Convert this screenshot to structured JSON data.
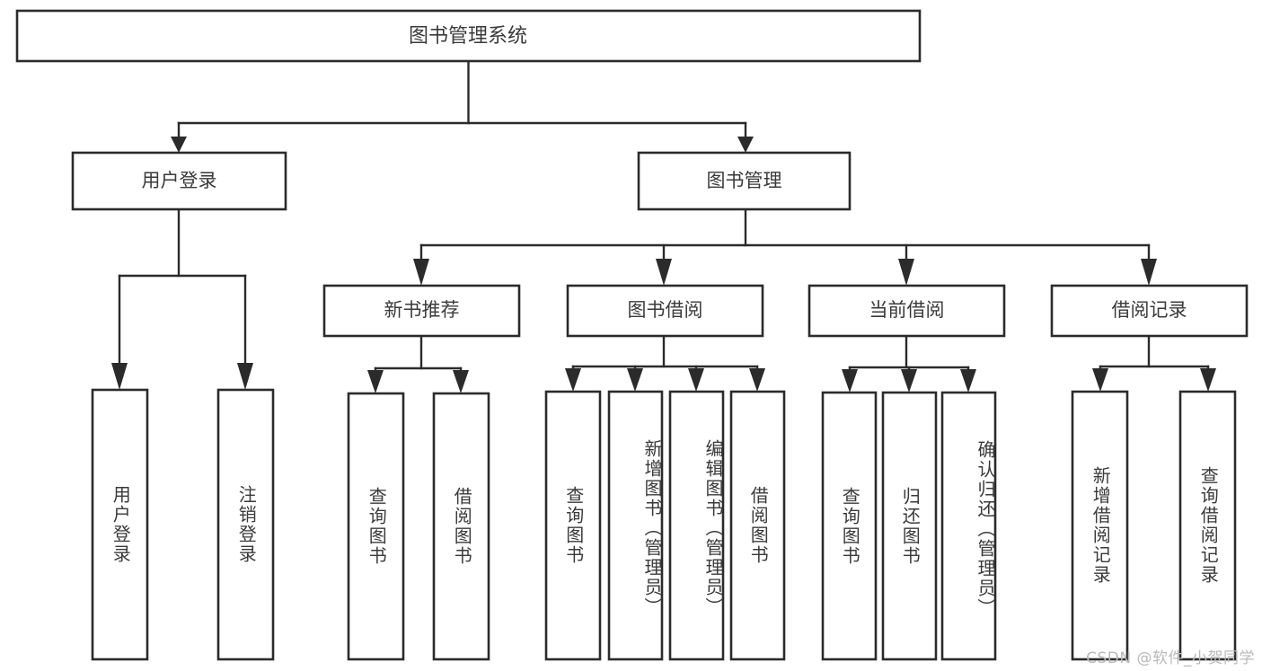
{
  "diagram": {
    "title": "图书管理系统",
    "type": "tree-hierarchy",
    "watermark": "CSDN @软件_小贺同学",
    "colors": {
      "background": "#ffffff",
      "box_stroke": "#2b2b2b",
      "box_fill": "#ffffff",
      "text": "#3a3a3a",
      "connector": "#2b2b2b",
      "watermark": "#b9b9b9"
    },
    "root": {
      "label": "图书管理系统"
    },
    "level2": [
      {
        "id": "user-login",
        "label": "用户登录"
      },
      {
        "id": "book-management",
        "label": "图书管理"
      }
    ],
    "level3": [
      {
        "id": "new-book-recommend",
        "label": "新书推荐"
      },
      {
        "id": "book-borrow",
        "label": "图书借阅"
      },
      {
        "id": "current-borrow",
        "label": "当前借阅"
      },
      {
        "id": "borrow-record",
        "label": "借阅记录"
      }
    ],
    "leaves": {
      "user-login": [
        {
          "id": "leaf-user-login",
          "label": "用户登录"
        },
        {
          "id": "leaf-logout",
          "label": "注销登录"
        }
      ],
      "new-book-recommend": [
        {
          "id": "leaf-query-book-1",
          "label": "查询图书"
        },
        {
          "id": "leaf-borrow-book-1",
          "label": "借阅图书"
        }
      ],
      "book-borrow": [
        {
          "id": "leaf-query-book-2",
          "label": "查询图书"
        },
        {
          "id": "leaf-add-book",
          "label": "新增图书（管理员）"
        },
        {
          "id": "leaf-edit-book",
          "label": "编辑图书（管理员）"
        },
        {
          "id": "leaf-borrow-book-2",
          "label": "借阅图书"
        }
      ],
      "current-borrow": [
        {
          "id": "leaf-query-book-3",
          "label": "查询图书"
        },
        {
          "id": "leaf-return-book",
          "label": "归还图书"
        },
        {
          "id": "leaf-confirm-return",
          "label": "确认归还（管理员）"
        }
      ],
      "borrow-record": [
        {
          "id": "leaf-add-record",
          "label": "新增借阅记录"
        },
        {
          "id": "leaf-query-record",
          "label": "查询借阅记录"
        }
      ]
    }
  }
}
